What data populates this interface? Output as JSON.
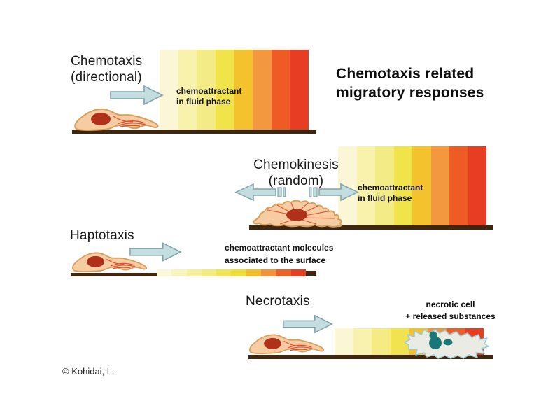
{
  "title": {
    "line1": "Chemotaxis related",
    "line2": "migratory responses"
  },
  "copyright": "© Kohidai, L.",
  "sections": {
    "chemotaxis": {
      "label_line1": "Chemotaxis",
      "label_line2": "(directional)",
      "annotation_line1": "chemoattractant",
      "annotation_line2": "in fluid phase"
    },
    "chemokinesis": {
      "label_line1": "Chemokinesis",
      "label_line2": "(random)",
      "annotation_line1": "chemoattractant",
      "annotation_line2": "in fluid phase"
    },
    "haptotaxis": {
      "label": "Haptotaxis",
      "annotation_line1": "chemoattractant molecules",
      "annotation_line2": "associated to the surface"
    },
    "necrotaxis": {
      "label": "Necrotaxis",
      "annotation_line1": "necrotic cell",
      "annotation_line2": "+ released substances"
    }
  },
  "colors": {
    "arrow_fill": "#C3DDE0",
    "arrow_stroke": "#7FA4A8",
    "surface": "#40250F",
    "cell_fill": "#F6CDA3",
    "cell_stroke": "#D89F5C",
    "nucleus": "#B03119",
    "cell_lines": "#E84B2B",
    "necrotic_fill": "#EAEBE3",
    "necrotic_stroke": "#9CCBD2",
    "necrotic_spots": "#187879",
    "fluid_stripes": [
      "#FBF7D6",
      "#F8F2AC",
      "#F3EC86",
      "#F0E44A",
      "#F4C22C",
      "#F3983F",
      "#EF5B24",
      "#E73D22"
    ],
    "necro_stripes": [
      "#FBF6D3",
      "#F9F1AE",
      "#F5EB82",
      "#F1E250",
      "#F2C12E",
      "#F0923C",
      "#ED5F27",
      "#E73E22"
    ],
    "hapto_stripes": [
      "#FBF7D8",
      "#F9F3BC",
      "#F7EFA0",
      "#F4EA7E",
      "#F1E455",
      "#EFDD3A",
      "#F2BC2D",
      "#F0953E",
      "#EC6226",
      "#E73D22"
    ]
  }
}
